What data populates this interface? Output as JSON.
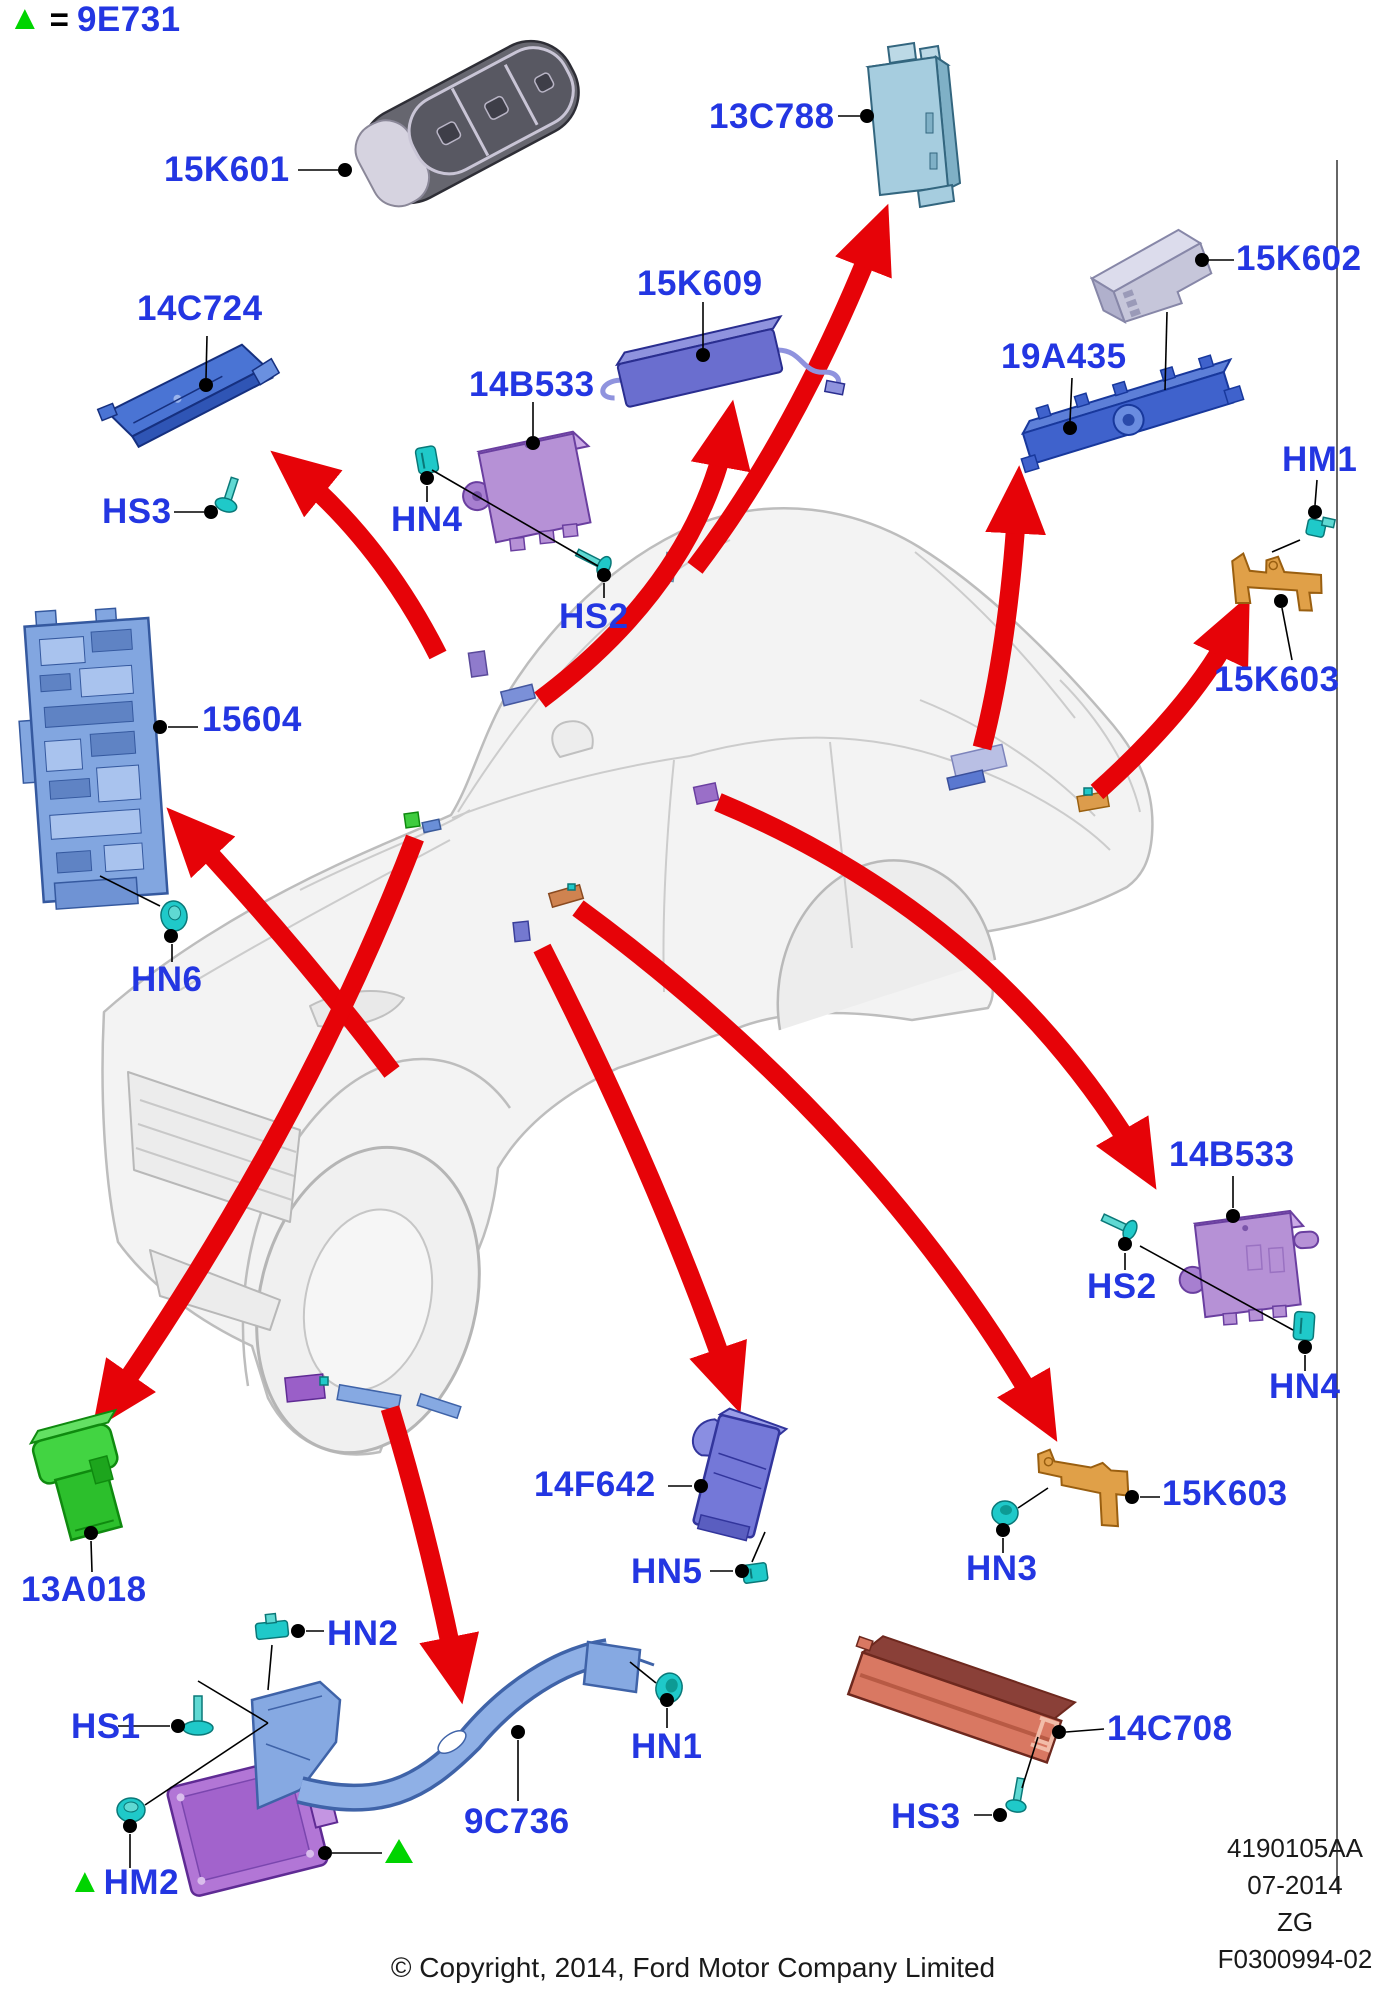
{
  "legend": {
    "triangle_icon": "▲",
    "equals": "=",
    "code": "9E731"
  },
  "labels": {
    "l15k601": "15K601",
    "l13c788": "13C788",
    "l15k602": "15K602",
    "l15k609": "15K609",
    "l14b533a": "14B533",
    "l19a435": "19A435",
    "lhm1": "HM1",
    "l14c724": "14C724",
    "lhn4a": "HN4",
    "lhs2a": "HS2",
    "l15k603a": "15K603",
    "lhs3a": "HS3",
    "l15604": "15604",
    "lhn6": "HN6",
    "l14b533b": "14B533",
    "lhs2b": "HS2",
    "lhn4b": "HN4",
    "l13a018": "13A018",
    "l14f642": "14F642",
    "lhn5": "HN5",
    "l15k603b": "15K603",
    "lhn3": "HN3",
    "lhn2": "HN2",
    "lhs1": "HS1",
    "lhm2_triangle": "▲",
    "lhm2": "HM2",
    "l9c736": "9C736",
    "lhn1": "HN1",
    "l14c708": "14C708",
    "lhs3b": "HS3"
  },
  "footer": {
    "doc_code": "4190105AA",
    "doc_date": "07-2014",
    "doc_region": "ZG",
    "doc_number": "F0300994-02",
    "copyright": "© Copyright, 2014, Ford Motor Company Limited"
  },
  "colors": {
    "label_blue": "#2336e2",
    "arrow_red": "#e60308",
    "legend_green": "#00d400",
    "fastener_teal": "#1fc9c9",
    "module_purple": "#b691d6",
    "module_blue": "#4a74d4",
    "fusebox_blue": "#82a6e0",
    "bracket_orange": "#e0a048",
    "module_salmon": "#d97862",
    "module_green": "#2cbf2c",
    "car_gray": "#c4c4c4"
  }
}
